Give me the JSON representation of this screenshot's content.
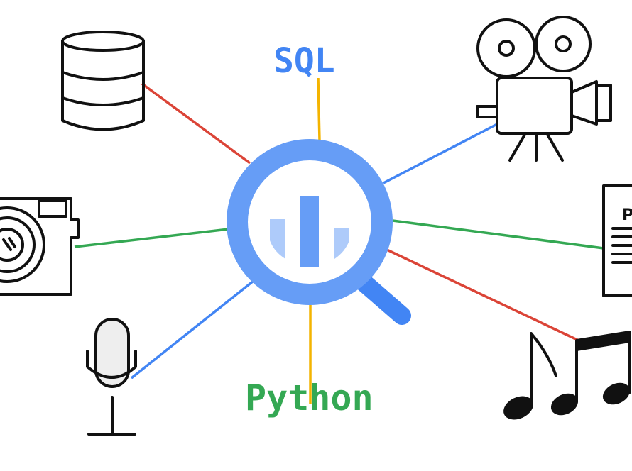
{
  "labels": {
    "top": "SQL",
    "bottom": "Python"
  },
  "document_icon_text": "P",
  "colors": {
    "blue": "#4285f4",
    "ring": "#669df6",
    "light": "#aecbfa",
    "red": "#db4437",
    "yellow": "#f4b400",
    "green": "#34a853"
  }
}
